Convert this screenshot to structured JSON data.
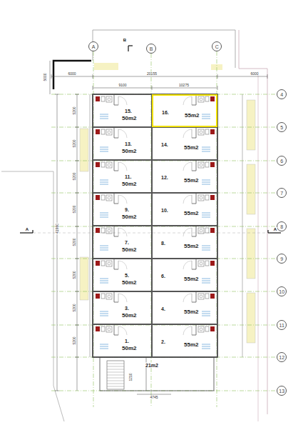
{
  "diagram": {
    "nodes": [
      {
        "text": [
          "A"
        ]
      },
      {
        "text": [
          "B"
        ]
      },
      {
        "text": [
          "C"
        ]
      },
      {
        "text": [
          "4"
        ]
      },
      {
        "text": [
          "5"
        ]
      },
      {
        "text": [
          "6"
        ]
      },
      {
        "text": [
          "7"
        ]
      },
      {
        "text": [
          "8"
        ]
      },
      {
        "text": [
          "9"
        ]
      },
      {
        "text": [
          "10"
        ]
      },
      {
        "text": [
          "11"
        ]
      },
      {
        "text": [
          "12"
        ]
      },
      {
        "text": [
          "13"
        ]
      },
      {
        "text": [
          "15.",
          "50m2"
        ]
      },
      {
        "text": [
          "16.",
          "55m2"
        ]
      },
      {
        "text": [
          "13.",
          "50m2"
        ]
      },
      {
        "text": [
          "14.",
          "55m2"
        ]
      },
      {
        "text": [
          "11.",
          "50m2"
        ]
      },
      {
        "text": [
          "12.",
          "55m2"
        ]
      },
      {
        "text": [
          "9.",
          "50m2"
        ]
      },
      {
        "text": [
          "10.",
          "55m2"
        ]
      },
      {
        "text": [
          "7.",
          "50m2"
        ]
      },
      {
        "text": [
          "8.",
          "55m2"
        ]
      },
      {
        "text": [
          "5.",
          "50m2"
        ]
      },
      {
        "text": [
          "6.",
          "55m2"
        ]
      },
      {
        "text": [
          "3.",
          "50m2"
        ]
      },
      {
        "text": [
          "4.",
          "55m2"
        ]
      },
      {
        "text": [
          "1.",
          "50m2"
        ]
      },
      {
        "text": [
          "2.",
          "55m2"
        ]
      }
    ],
    "labels": [
      "B",
      "6000",
      "20155",
      "6000",
      "9100",
      "10275",
      "5000",
      "5200",
      "5200",
      "5200",
      "5200",
      "5200",
      "5200",
      "5200",
      "5200",
      "41960",
      "A",
      "A",
      "21m2",
      "1210",
      "4745"
    ]
  }
}
